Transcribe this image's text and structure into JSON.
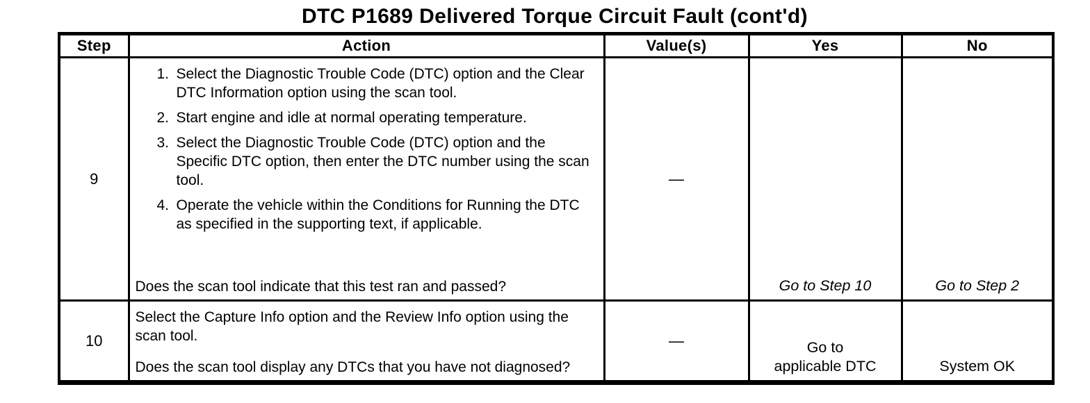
{
  "page": {
    "title": "DTC P1689 Delivered Torque Circuit Fault (cont'd)"
  },
  "table": {
    "headers": [
      "Step",
      "Action",
      "Value(s)",
      "Yes",
      "No"
    ],
    "rows": [
      {
        "step": "9",
        "action_numbers": [
          "1.",
          "2.",
          "3.",
          "4."
        ],
        "action_items": [
          "Select the Diagnostic Trouble Code (DTC) option and the Clear DTC Information option using the scan tool.",
          "Start engine and idle at normal operating temperature.",
          "Select the Diagnostic Trouble Code (DTC) option and the Specific DTC option, then enter the DTC number using the scan tool.",
          "Operate the vehicle within the Conditions for Running the DTC as specified in the supporting text, if applicable."
        ],
        "question": "Does the scan tool indicate that this test ran and passed?",
        "value": "—",
        "yes_lines": [
          "Go to Step 10"
        ],
        "no_lines": [
          "Go to Step 2"
        ]
      },
      {
        "step": "10",
        "paragraph": "Select the Capture Info option and the Review Info option using the scan tool.",
        "question": "Does the scan tool display any DTCs that you have not diagnosed?",
        "value": "—",
        "yes_lines": [
          "Go to",
          "applicable DTC"
        ],
        "no_lines": [
          "System OK"
        ]
      }
    ]
  }
}
